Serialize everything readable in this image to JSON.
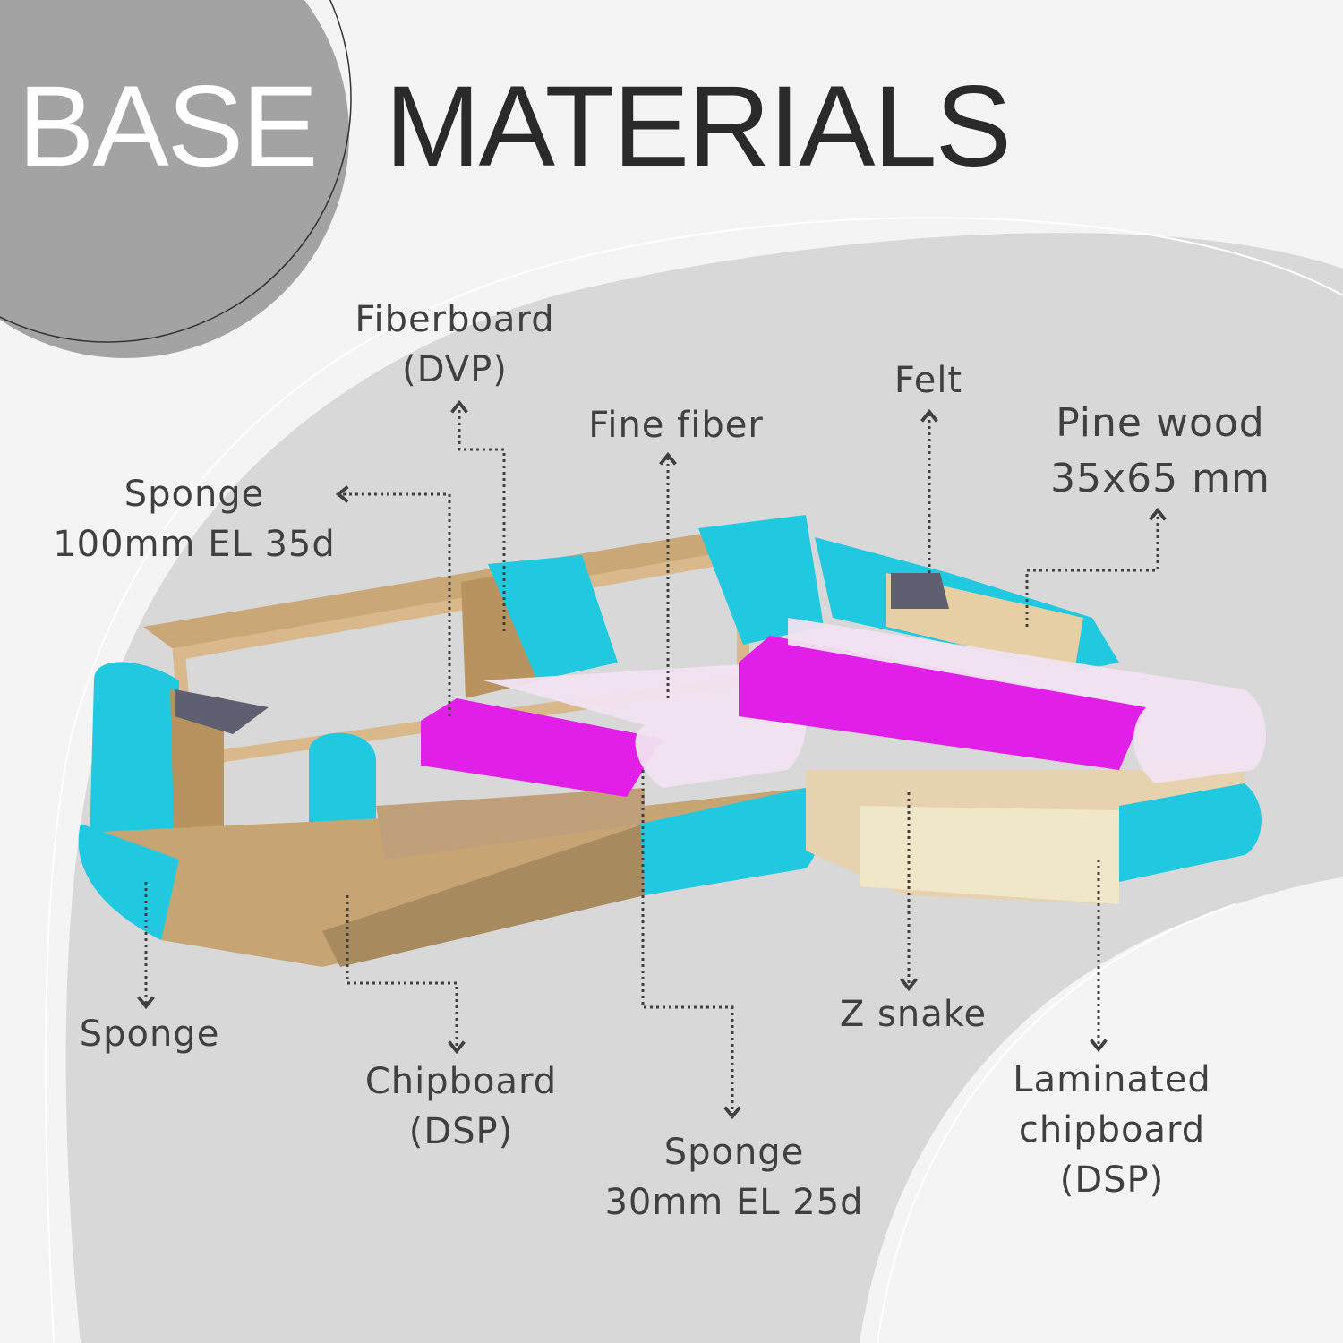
{
  "title": {
    "word1": "BASE",
    "word2": "MATERIALS"
  },
  "colors": {
    "background": "#f4f4f4",
    "circle": "#a3a3a3",
    "blob": "#d8d8d8",
    "text": "#404040",
    "sponge": "#1fc6df",
    "fine_fiber": "#e21fe8",
    "wood": "#d9b98c"
  },
  "labels": {
    "fiberboard": [
      "Fiberboard",
      "(DVP)"
    ],
    "fine_fiber": [
      "Fine fiber"
    ],
    "felt": [
      "Felt"
    ],
    "pine_wood": [
      "Pine wood",
      "35x65 mm"
    ],
    "sponge_100": [
      "Sponge",
      "100mm EL 35d"
    ],
    "sponge": [
      "Sponge"
    ],
    "chipboard": [
      "Chipboard",
      "(DSP)"
    ],
    "sponge_30": [
      "Sponge",
      "30mm EL 25d"
    ],
    "z_snake": [
      "Z snake"
    ],
    "laminated": [
      "Laminated",
      "chipboard",
      "(DSP)"
    ]
  }
}
